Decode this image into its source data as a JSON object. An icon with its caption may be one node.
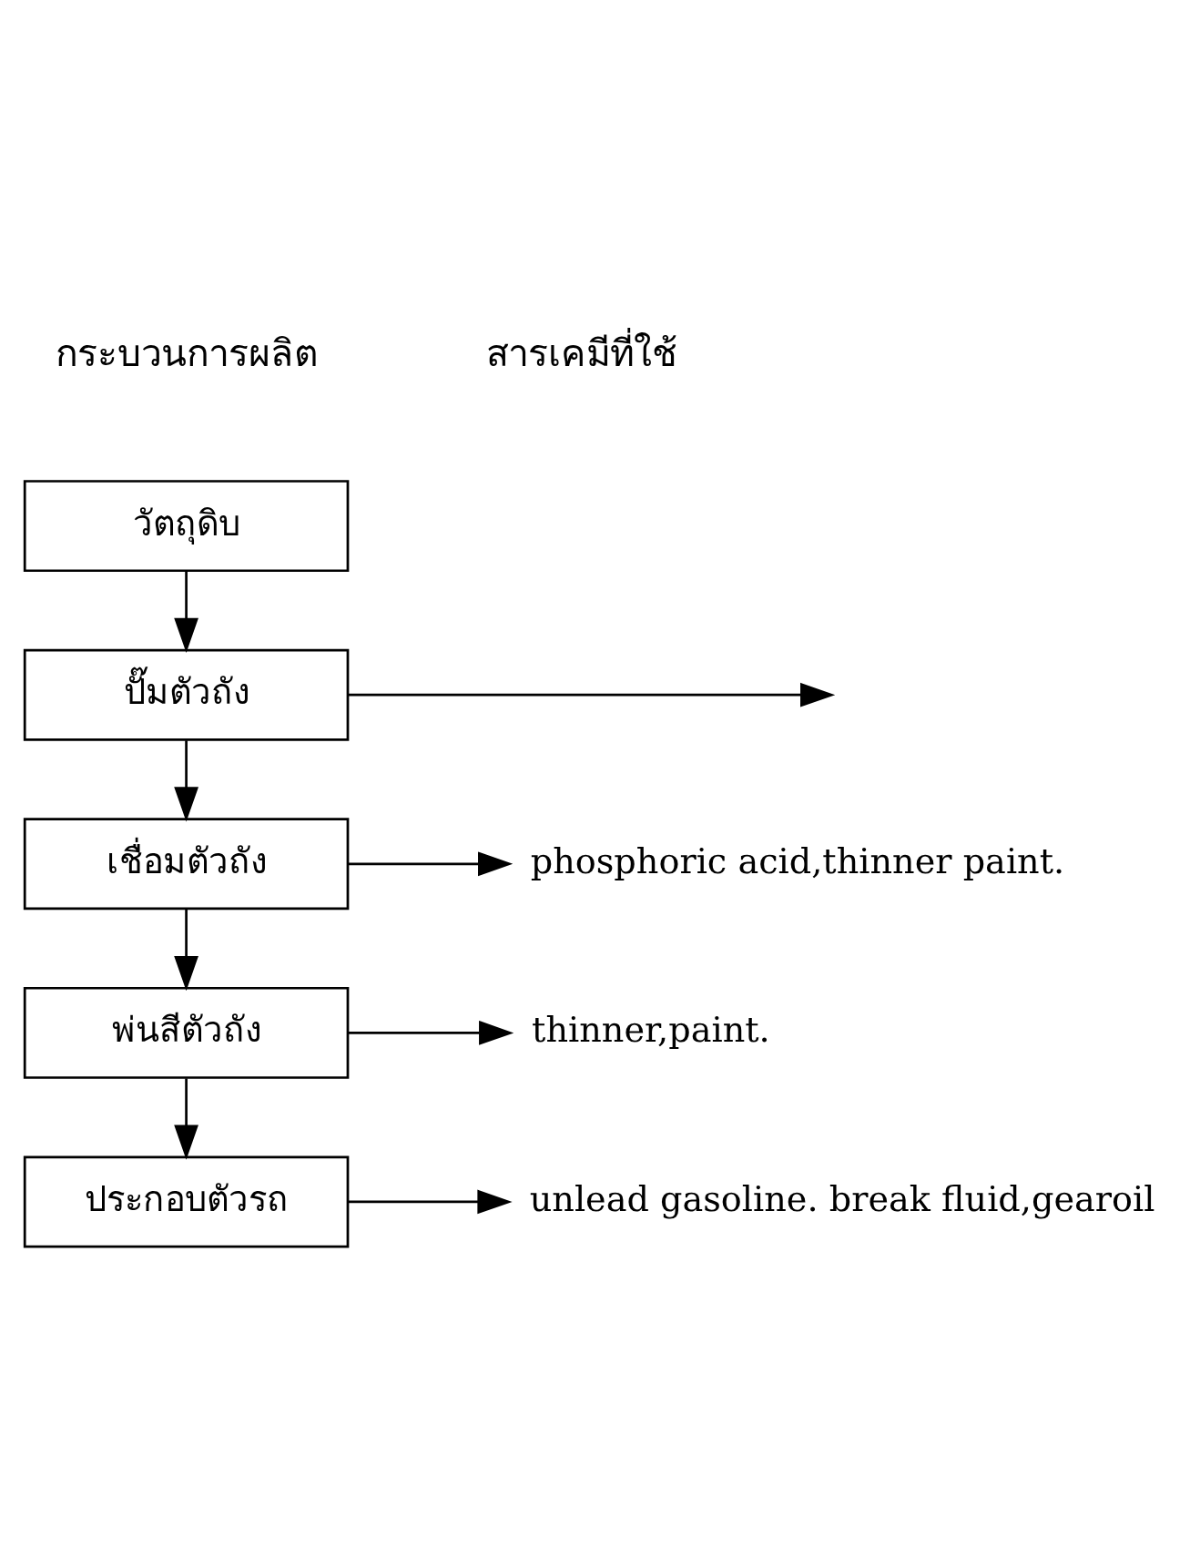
{
  "diagram": {
    "nodes": [
      {
        "text": [
          "วัตถุดิบ"
        ]
      },
      {
        "text": [
          "ปั๊มตัวถัง"
        ]
      },
      {
        "text": [
          "เชื่อมตัวถัง"
        ]
      },
      {
        "text": [
          "พ่นสีตัวถัง"
        ]
      },
      {
        "text": [
          "ประกอบตัวรถ"
        ]
      },
      {
        "text": [
          "phosphoric acid,thinner paint."
        ]
      },
      {
        "text": [
          "thinner,paint."
        ]
      },
      {
        "text": [
          "unlead gasoline. break fluid,gearoil"
        ]
      }
    ],
    "edges": [
      {
        "from": 0,
        "to": 1,
        "arrow": "to"
      },
      {
        "from": 1,
        "to": 2,
        "arrow": "to"
      },
      {
        "from": 2,
        "to": 3,
        "arrow": "to"
      },
      {
        "from": 3,
        "to": 4,
        "arrow": "to"
      },
      {
        "from": 1,
        "to": null,
        "arrow": "to"
      },
      {
        "from": 2,
        "to": 5,
        "arrow": "to"
      },
      {
        "from": 3,
        "to": 6,
        "arrow": "to"
      },
      {
        "from": 4,
        "to": 7,
        "arrow": "to"
      }
    ],
    "labels": [
      "กระบวนการผลิต",
      "สารเคมีที่ใช้"
    ]
  }
}
